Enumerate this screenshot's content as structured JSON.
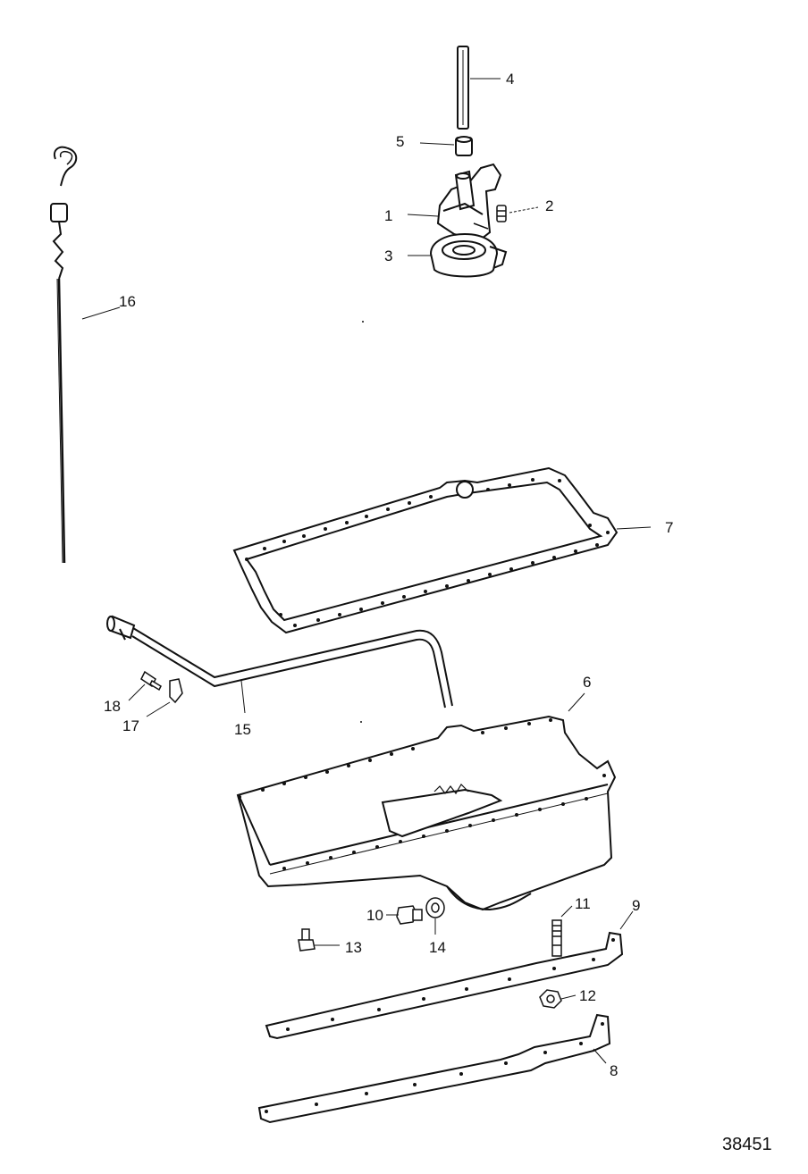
{
  "figure_number": "38451",
  "callouts": {
    "c1": "1",
    "c2": "2",
    "c3": "3",
    "c4": "4",
    "c5": "5",
    "c6": "6",
    "c7": "7",
    "c8": "8",
    "c9": "9",
    "c10": "10",
    "c11": "11",
    "c12": "12",
    "c13": "13",
    "c14": "14",
    "c15": "15",
    "c16": "16",
    "c17": "17",
    "c18": "18"
  }
}
